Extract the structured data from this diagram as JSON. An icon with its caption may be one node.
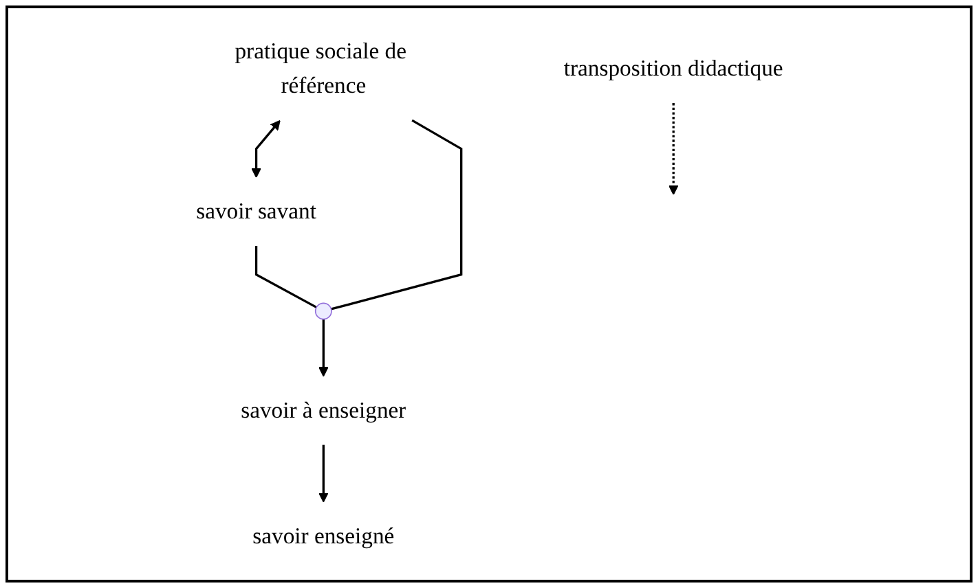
{
  "diagram": {
    "nodes": [
      {
        "text": [
          "pratique sociale de référence"
        ]
      },
      {
        "text": [
          "savoir savant"
        ]
      },
      {
        "text": [],
        "shape": "circle"
      },
      {
        "text": [
          "transposition didactique"
        ]
      },
      {
        "text": [
          "savoir à enseigner"
        ]
      },
      {
        "text": [
          "savoir enseigné"
        ]
      }
    ],
    "edges": [
      {
        "from": 0,
        "to": 1,
        "arrow": "both"
      },
      {
        "from": 0,
        "to": 2,
        "arrow": "none"
      },
      {
        "from": 1,
        "to": 2,
        "arrow": "none"
      },
      {
        "from": 3,
        "to": null,
        "arrow": "to",
        "style": "dashed"
      },
      {
        "from": 2,
        "to": 4,
        "arrow": "to"
      },
      {
        "from": 4,
        "to": 5,
        "arrow": "to"
      }
    ]
  }
}
